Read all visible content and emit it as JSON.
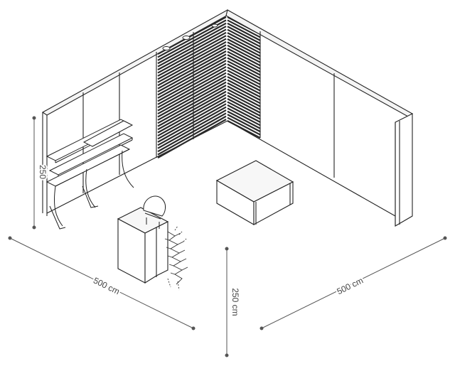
{
  "dimensions": {
    "height_left": {
      "text": "250"
    },
    "width_left": {
      "text": "500 cm"
    },
    "width_right": {
      "text": "500 cm"
    },
    "height_center": {
      "text": "250 cm"
    }
  },
  "colors": {
    "line": "#222222",
    "dim_line": "#555555",
    "slat": "#2a2a2a",
    "wall_face": "#ffffff",
    "wall_top": "#f4f4f4"
  },
  "items": {
    "wall_panels": "panel",
    "shelves": "shelf",
    "slatwall": "slatwall",
    "display_table": "display-table",
    "counter": "counter",
    "chair": "chair",
    "plant": "plant"
  }
}
